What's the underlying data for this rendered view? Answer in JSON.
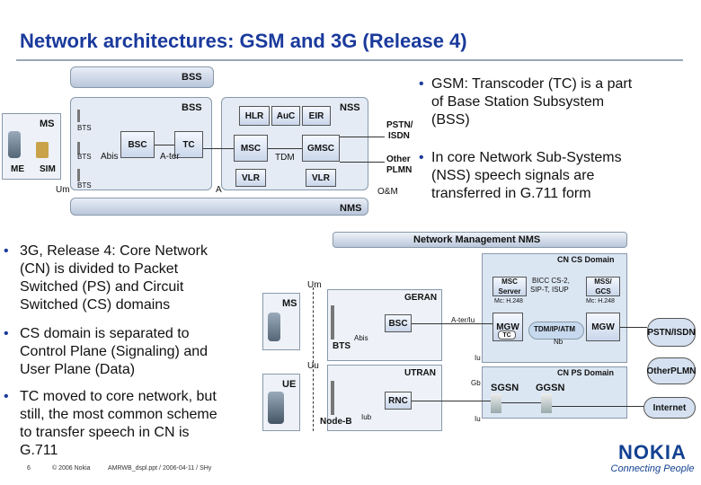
{
  "title": "Network architectures: GSM and 3G (Release 4)",
  "right_bullets": [
    {
      "line1": "GSM: Transcoder (TC) is a part",
      "line2": "of Base Station Subsystem",
      "line3": "(BSS)"
    },
    {
      "line1": "In core Network Sub-Systems",
      "line2": "(NSS) speech signals  are",
      "line3": "transferred in G.711 form"
    }
  ],
  "left_bullets": [
    {
      "lines": [
        "3G, Release 4: Core Network",
        "(CN) is divided to Packet",
        "Switched (PS) and Circuit",
        "Switched (CS) domains"
      ]
    },
    {
      "lines": [
        "CS domain is separated to",
        "Control Plane (Signaling) and",
        "User Plane (Data)"
      ]
    },
    {
      "lines": [
        "TC moved to core network, but",
        "still, the most common scheme",
        "to transfer speech in CN is",
        "G.711"
      ]
    }
  ],
  "gsm": {
    "bss_outer": "BSS",
    "bss_inner": "BSS",
    "nss": "NSS",
    "nms": "NMS",
    "ms": "MS",
    "me": "ME",
    "sim": "SIM",
    "bts": "BTS",
    "bsc": "BSC",
    "tc": "TC",
    "abis": "Abis",
    "ater": "A-ter",
    "a": "A",
    "um": "Um",
    "hlr": "HLR",
    "auc": "AuC",
    "eir": "EIR",
    "msc": "MSC",
    "gmsc": "GMSC",
    "tdm": "TDM",
    "vlr": "VLR",
    "pstn": "PSTN/",
    "isdn": "ISDN",
    "other": "Other",
    "plmn": "PLMN",
    "om": "O&M"
  },
  "g3": {
    "nms_bar": "Network Management NMS",
    "cn_cs": "CN CS Domain",
    "cn_ps": "CN PS Domain",
    "geran": "GERAN",
    "utran": "UTRAN",
    "ms": "MS",
    "ue": "UE",
    "um": "Um",
    "uu": "Uu",
    "bsc": "BSC",
    "bts": "BTS",
    "abis": "Abis",
    "rnc": "RNC",
    "iub": "Iub",
    "node_b": "Node-B",
    "msc_server": "MSC Server",
    "mss_gcs": "MSS/ GCS",
    "bicc": "BICC CS-2,",
    "sip": "SIP-T, ISUP",
    "mc1": "Mc: H.248",
    "mc2": "Mc: H.248",
    "mgw1": "MGW",
    "mgw2": "MGW",
    "tc": "TC",
    "tdm_ip": "TDM/IP/ATM",
    "nb": "Nb",
    "ater_if": "A-ter/Iu",
    "iu": "Iu",
    "gb": "Gb",
    "iu2": "Iu",
    "sgsn": "SGSN",
    "ggsn": "GGSN",
    "pstn": "PSTN/",
    "isdn": "ISDN",
    "other": "Other",
    "plmn": "PLMN",
    "internet": "Internet"
  },
  "footer": {
    "page": "6",
    "copy": "© 2006  Nokia",
    "doc": "AMRWB_dspl.ppt / 2006-04-11 / SHy"
  },
  "logo": {
    "brand": "NOKIA",
    "tagline": "Connecting People"
  },
  "colors": {
    "title": "#1a3a9c",
    "nokia": "#124191"
  }
}
